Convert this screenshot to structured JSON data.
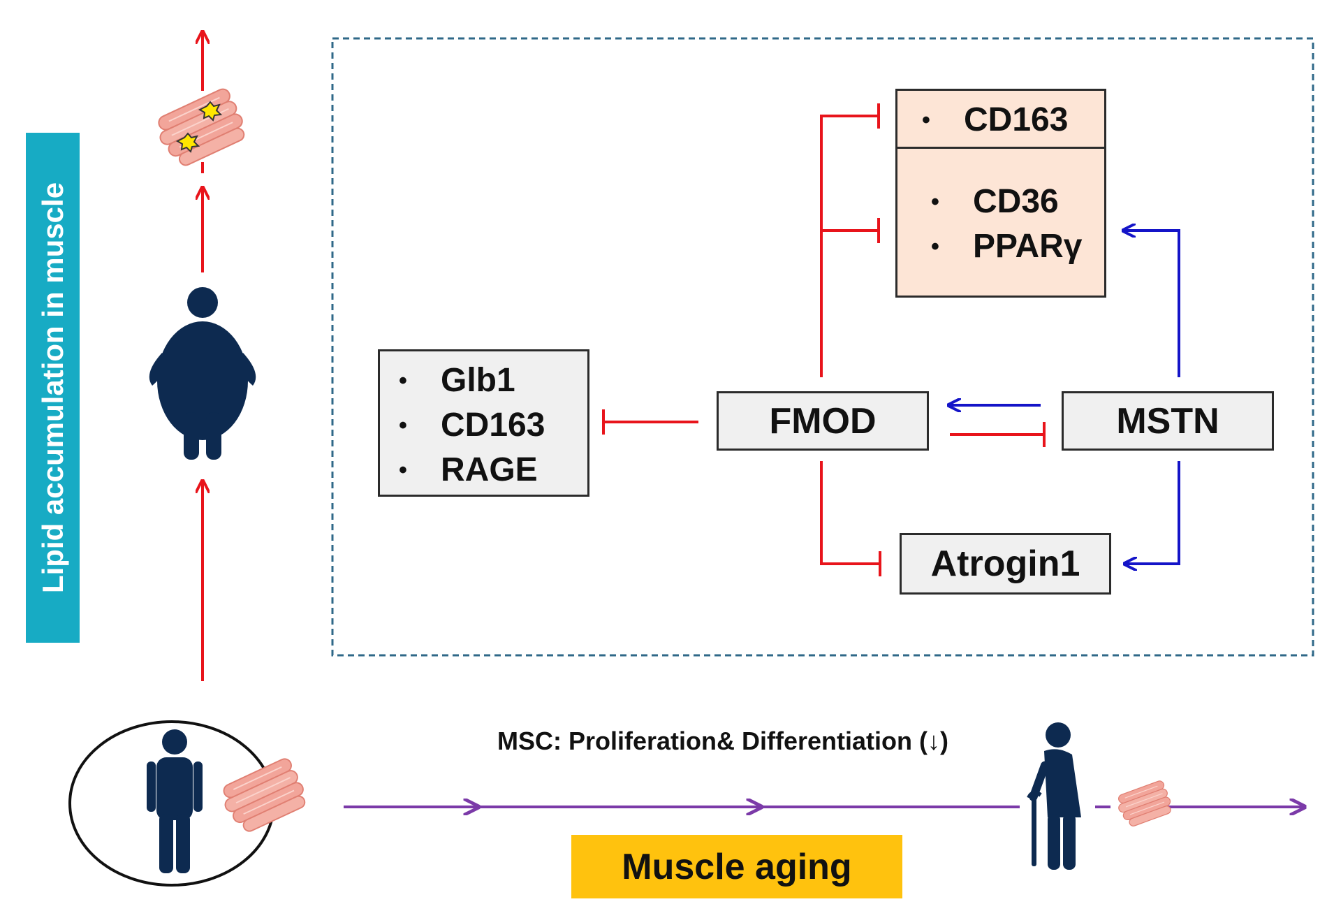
{
  "side_label": "Lipid accumulation in muscle",
  "bottom_label": "Muscle aging",
  "msc_text": "MSC: Proliferation& Differentiation (↓)",
  "nodes": {
    "cd163_top": "CD163",
    "cd36": "CD36",
    "ppar": "PPARγ",
    "glb1": "Glb1",
    "cd163_left": "CD163",
    "rage": "RAGE",
    "fmod": "FMOD",
    "mstn": "MSTN",
    "atrogin": "Atrogin1"
  },
  "colors": {
    "inhibit": "#e8141b",
    "activate": "#1414c8",
    "timeline": "#7b3aa8",
    "person": "#0d2a50",
    "muscle": "#f2a59a",
    "side_label_bg": "#17abc4",
    "aging_label_bg": "#ffc20e",
    "box_fill": "#f0f0f0",
    "peach_fill": "#fde5d6",
    "dashed_border": "#2f6888"
  },
  "icons": [
    "person-icon",
    "obese-person-icon",
    "elderly-person-with-cane-icon",
    "muscle-fiber-bundle-icon",
    "lipid-droplet-icon"
  ]
}
